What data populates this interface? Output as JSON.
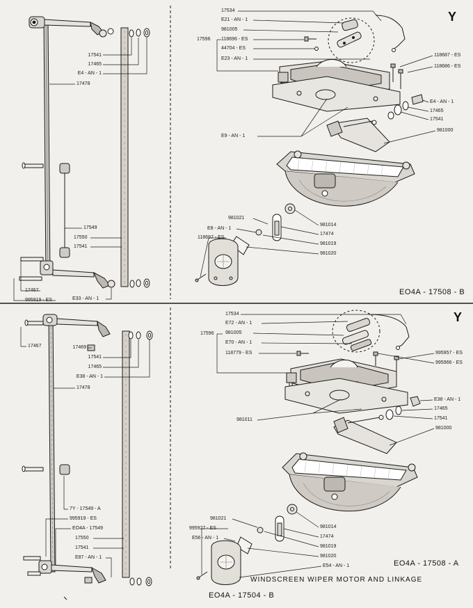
{
  "panels": {
    "top_left": {
      "labels": [
        "17541",
        "17465",
        "E4 - AN - 1",
        "17478",
        "17549",
        "17550",
        "17541",
        "17467",
        "995919 - ES",
        "E33 - AN - 1"
      ]
    },
    "top_right": {
      "section_letter": "Y",
      "group_label": "17596",
      "labels": [
        "17534",
        "E21 - AN - 1",
        "981005",
        "118696 - ES",
        "44704 - ES",
        "E23 - AN - 1",
        "118687 - ES",
        "118686 - ES",
        "E4 - AN - 1",
        "17465",
        "17541",
        "981000",
        "E9 - AN - 1",
        "981021",
        "E8 - AN - 1",
        "118697 - ES",
        "981014",
        "17474",
        "981019",
        "981020"
      ],
      "reference": "EO4A - 17508 - B"
    },
    "bottom_left": {
      "labels": [
        "17467",
        "17469",
        "17541",
        "17465",
        "E38 - AN - 1",
        "17478",
        "7Y - 17549 - A",
        "995919 - ES",
        "EO4A - 17549",
        "17550",
        "17541",
        "E87 - AN - 1"
      ]
    },
    "bottom_right": {
      "section_letter": "Y",
      "group_label": "17596",
      "labels": [
        "17534",
        "E72 - AN - 1",
        "981005",
        "E70 - AN - 1",
        "118779 - ES",
        "995957 - ES",
        "995966 - ES",
        "E38 - AN - 1",
        "17465",
        "17541",
        "981011",
        "981000",
        "981021",
        "995927 - ES",
        "E56 - AN - 1",
        "981014",
        "17474",
        "981019",
        "981020",
        "E54 - AN - 1"
      ],
      "reference": "EO4A - 17508 - A"
    }
  },
  "footer": {
    "title": "WINDSCREEN WIPER MOTOR AND LINKAGE",
    "reference": "EO4A - 17504 - B"
  }
}
